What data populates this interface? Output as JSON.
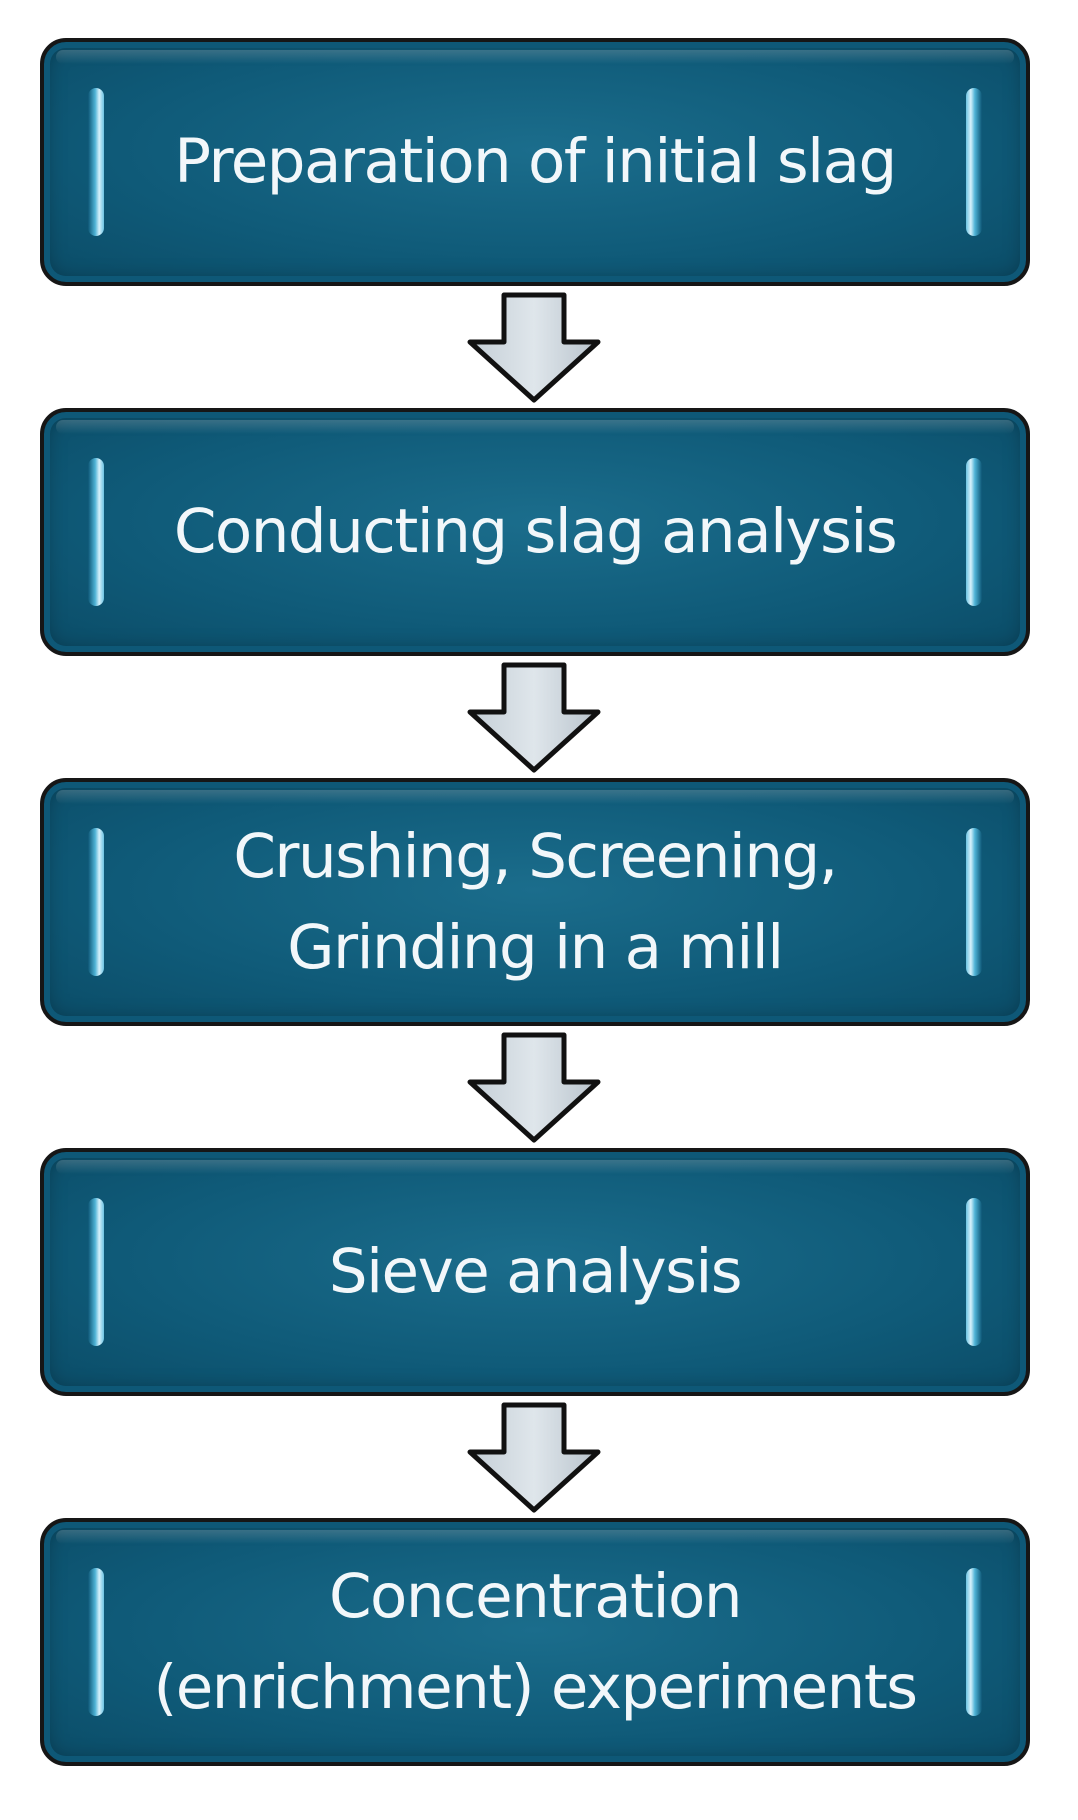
{
  "flow": {
    "steps": [
      "Preparation of initial slag",
      "Conducting slag analysis",
      "Crushing, Screening,\nGrinding in a mill",
      "Sieve analysis",
      "Concentration\n(enrichment) experiments"
    ]
  }
}
